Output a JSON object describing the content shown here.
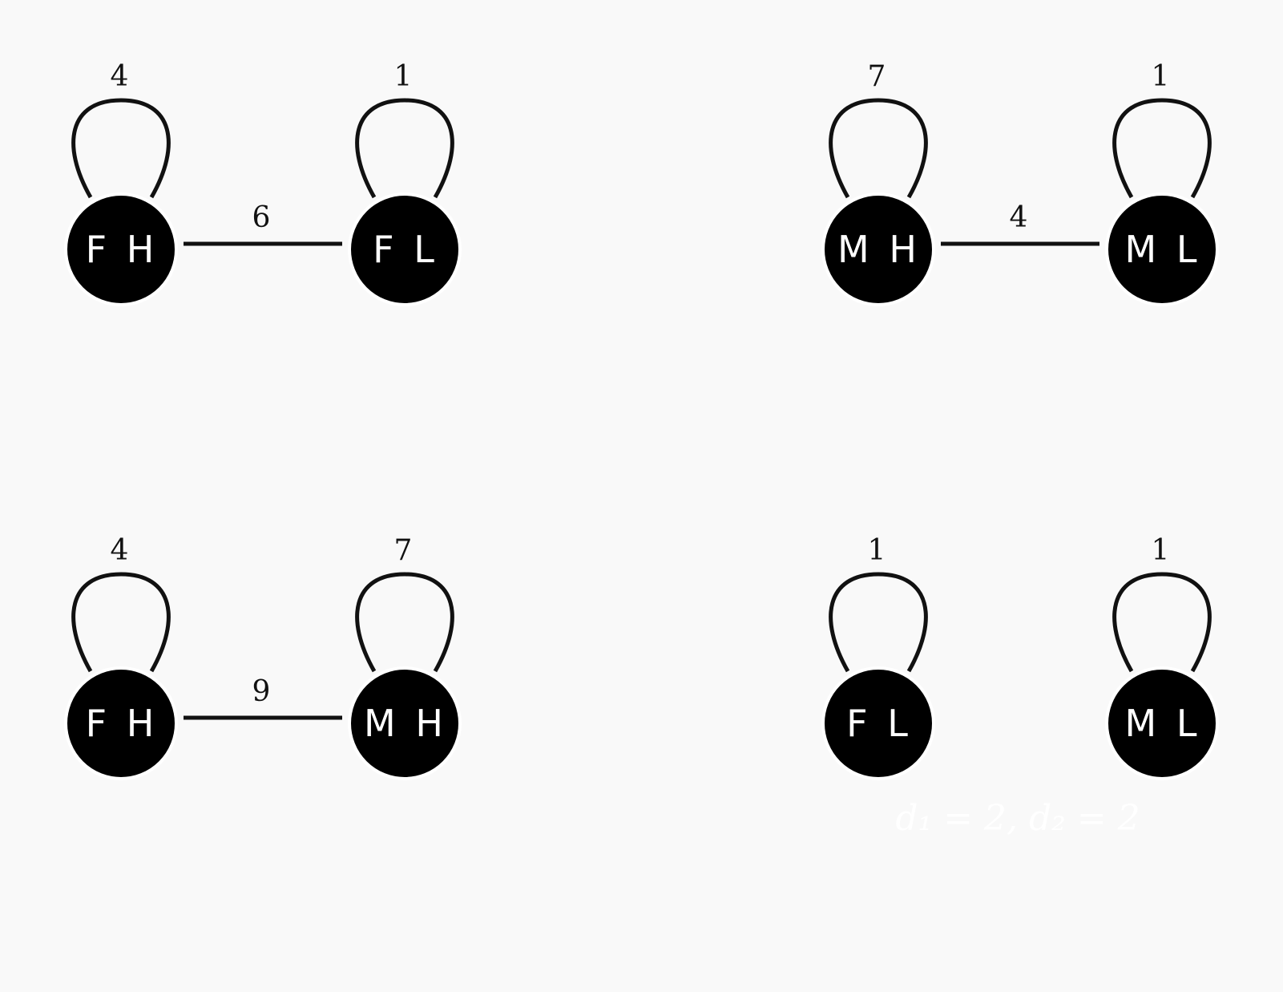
{
  "colors": {
    "background": "#f9f9f9",
    "node_fill": "#000000",
    "node_text": "#ffffff",
    "edge": "#111111"
  },
  "graphs": [
    {
      "nodes": [
        {
          "label": "F H",
          "loop_weight": "4"
        },
        {
          "label": "F L",
          "loop_weight": "1"
        }
      ],
      "edges": [
        {
          "weight": "6"
        }
      ]
    },
    {
      "nodes": [
        {
          "label": "M H",
          "loop_weight": "7"
        },
        {
          "label": "M L",
          "loop_weight": "1"
        }
      ],
      "edges": [
        {
          "weight": "4"
        }
      ]
    },
    {
      "nodes": [
        {
          "label": "F H",
          "loop_weight": "4"
        },
        {
          "label": "M H",
          "loop_weight": "7"
        }
      ],
      "edges": [
        {
          "weight": "9"
        }
      ]
    },
    {
      "nodes": [
        {
          "label": "F L",
          "loop_weight": "1"
        },
        {
          "label": "M L",
          "loop_weight": "1"
        }
      ],
      "edges": []
    }
  ],
  "caption": "d₁ = 2, d₂ = 2"
}
